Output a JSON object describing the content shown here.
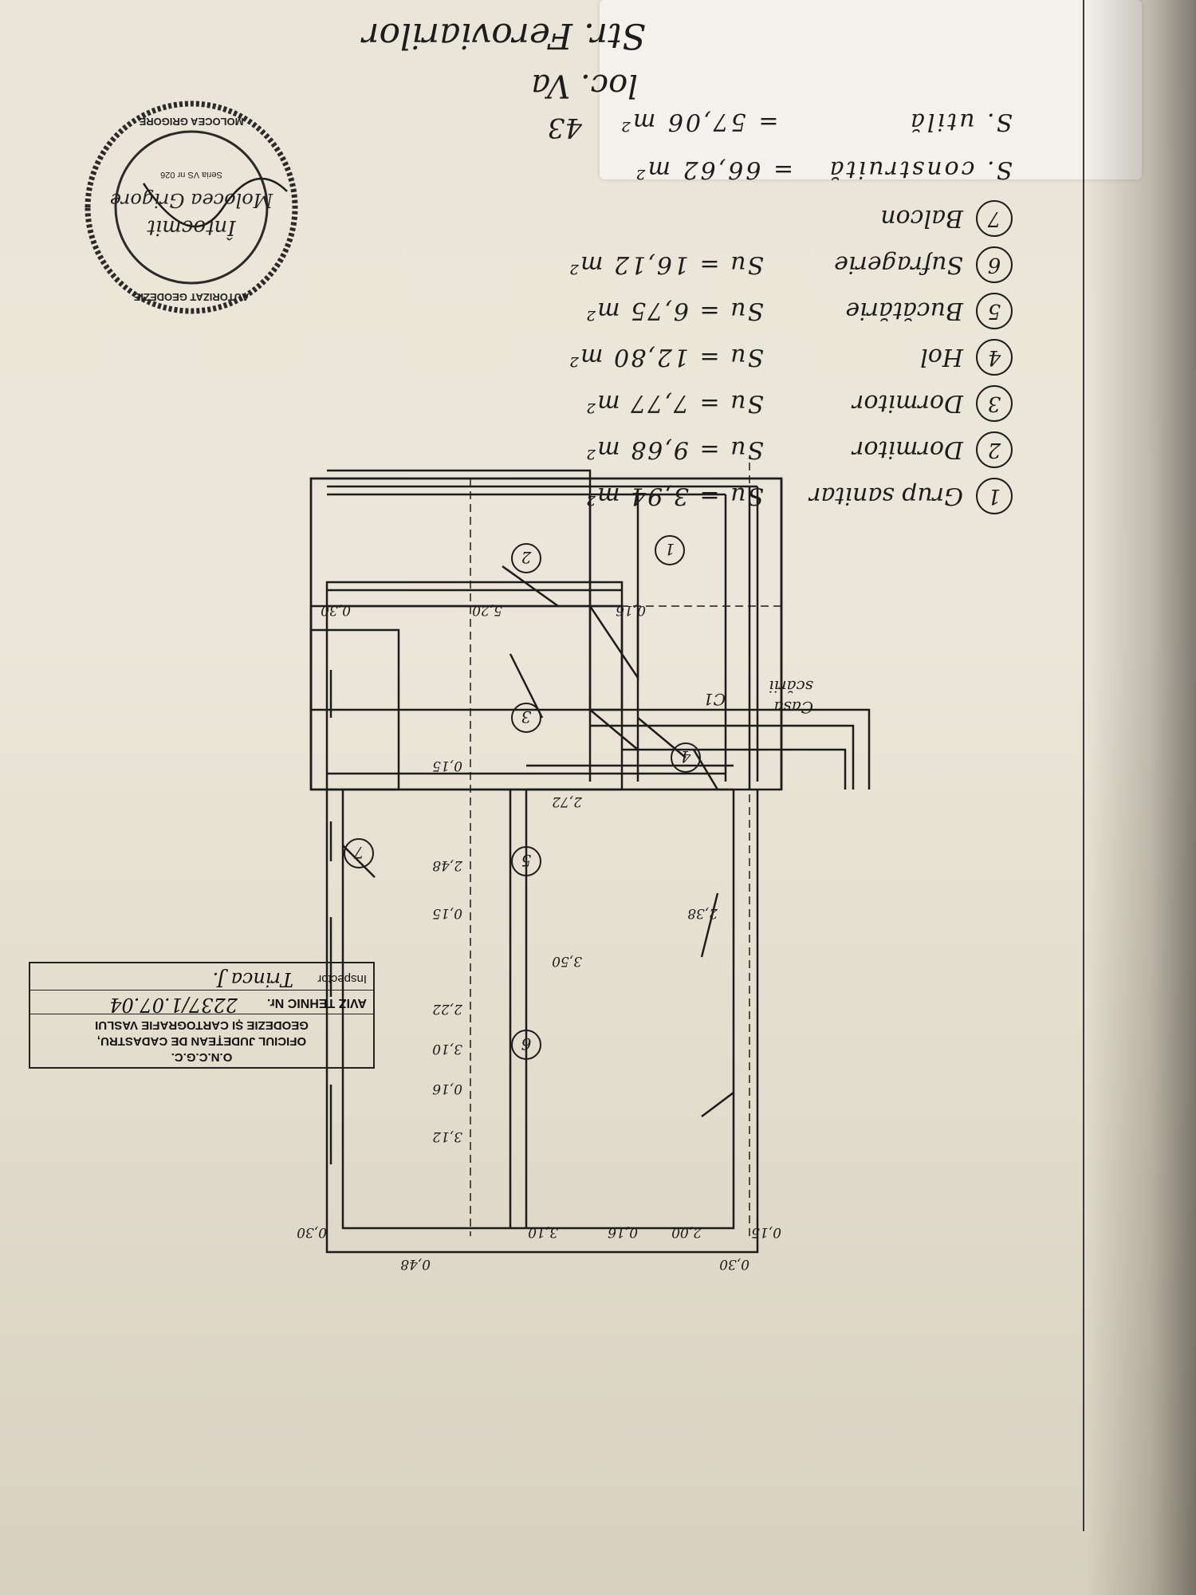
{
  "legend": {
    "rooms": [
      {
        "num": "1",
        "name": "Grup sanitar",
        "area": "Su = 3,94 m²"
      },
      {
        "num": "2",
        "name": "Dormitor",
        "area": "Su = 9,68 m²"
      },
      {
        "num": "3",
        "name": "Dormitor",
        "area": "Su = 7,77 m²"
      },
      {
        "num": "4",
        "name": "Hol",
        "area": "Su = 12,80 m²"
      },
      {
        "num": "5",
        "name": "Bucătărie",
        "area": "Su = 6,75 m²"
      },
      {
        "num": "6",
        "name": "Sufragerie",
        "area": "Su = 16,12 m²"
      },
      {
        "num": "7",
        "name": "Balcon",
        "area": ""
      }
    ],
    "built_label": "S. construită",
    "built_value": "= 66,62 m²",
    "useful_label": "S. utilă",
    "useful_value": "= 57,06 m²"
  },
  "plan": {
    "stair_label_1": "Casa",
    "stair_label_2": "scării",
    "door_label": "C1",
    "dims": {
      "d520": "5,20",
      "d016a": "0,16",
      "d030a": "0,30",
      "d310": "3,10",
      "d015a": "0,15",
      "d272": "2,72",
      "d248": "2,48",
      "d015b": "0,15",
      "d238": "2,38",
      "d350": "3,50",
      "d222": "2,22",
      "d016b": "0,16",
      "d312": "3,12",
      "d310b": "3,10",
      "d016c": "0,16",
      "d200": "2,00",
      "d030b": "0,30",
      "d048": "0,48",
      "d030c": "0,30",
      "d015c": "0,15"
    },
    "rooms": [
      "1",
      "2",
      "3",
      "4",
      "5",
      "6",
      "7"
    ]
  },
  "avize": {
    "line1": "O.N.C.G.C.",
    "line2": "OFICIUL JUDEȚEAN DE CADASTRU,",
    "line3": "GEODEZIE ȘI CARTOGRAFIE VASLUI",
    "tehnic_label": "AVIZ TEHNIC Nr.",
    "tehnic_value": "2237/1.07.04",
    "inspector_label": "Inspector",
    "inspector_value": "Trinca J."
  },
  "stamp": {
    "ring_top": "AUTORIZAT GEODEZIE",
    "ring_bottom": "MOLOCEA GRIGORE",
    "center1": "Întocmit",
    "center2": "Molocea Grigore",
    "small": "Seria VS nr 026"
  },
  "address": {
    "line1": "Str. Feroviarilor",
    "line2": "loc. Va",
    "line3": "43"
  }
}
